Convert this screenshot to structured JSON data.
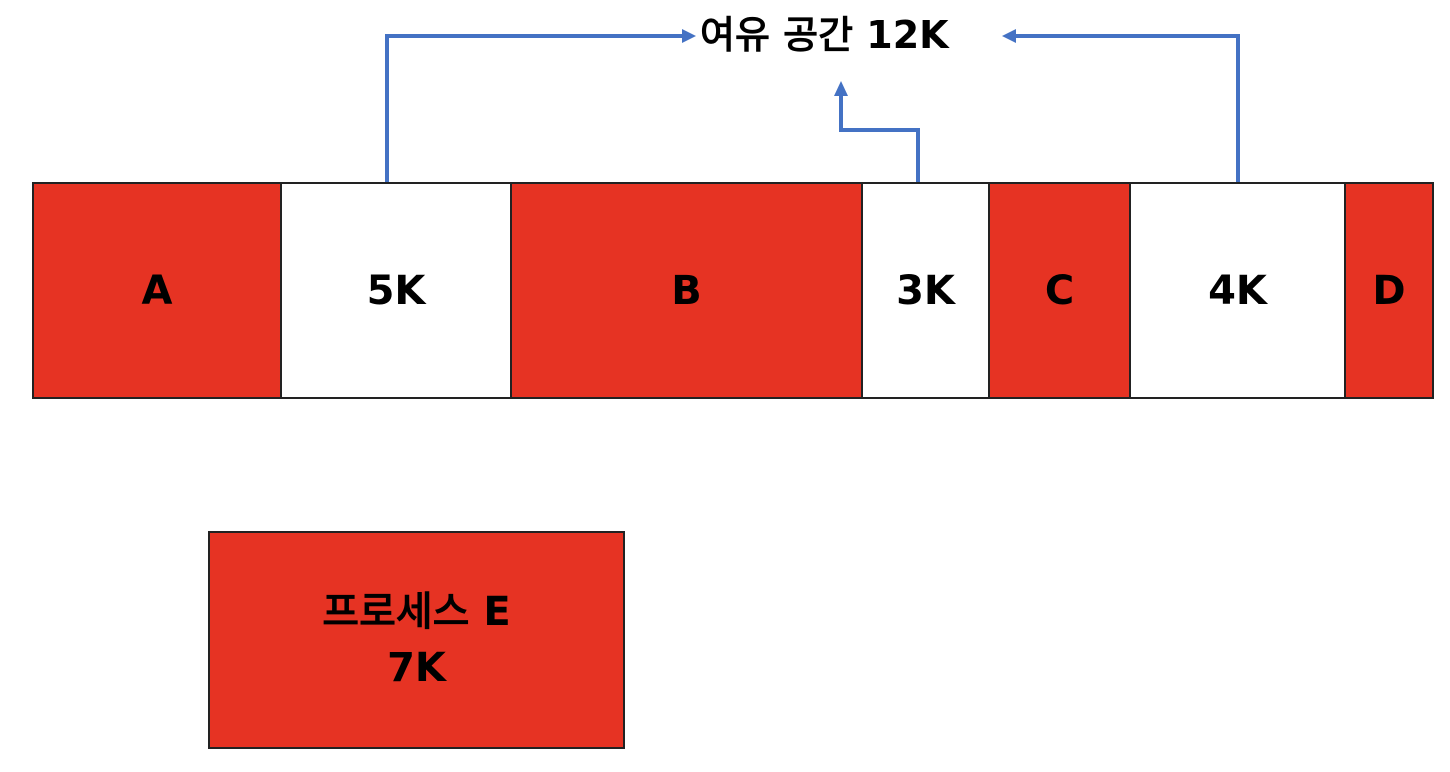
{
  "free_space": {
    "label": "여유 공간 12K"
  },
  "memory": {
    "segments": [
      {
        "label": "A",
        "type": "used"
      },
      {
        "label": "5K",
        "type": "free"
      },
      {
        "label": "B",
        "type": "used"
      },
      {
        "label": "3K",
        "type": "free"
      },
      {
        "label": "C",
        "type": "used"
      },
      {
        "label": "4K",
        "type": "free"
      },
      {
        "label": "D",
        "type": "used"
      }
    ]
  },
  "process": {
    "name": "프로세스 E",
    "size": "7K"
  },
  "colors": {
    "used_block": "#e63323",
    "free_block": "#ffffff",
    "arrow": "#4472c4",
    "border": "#222222"
  }
}
